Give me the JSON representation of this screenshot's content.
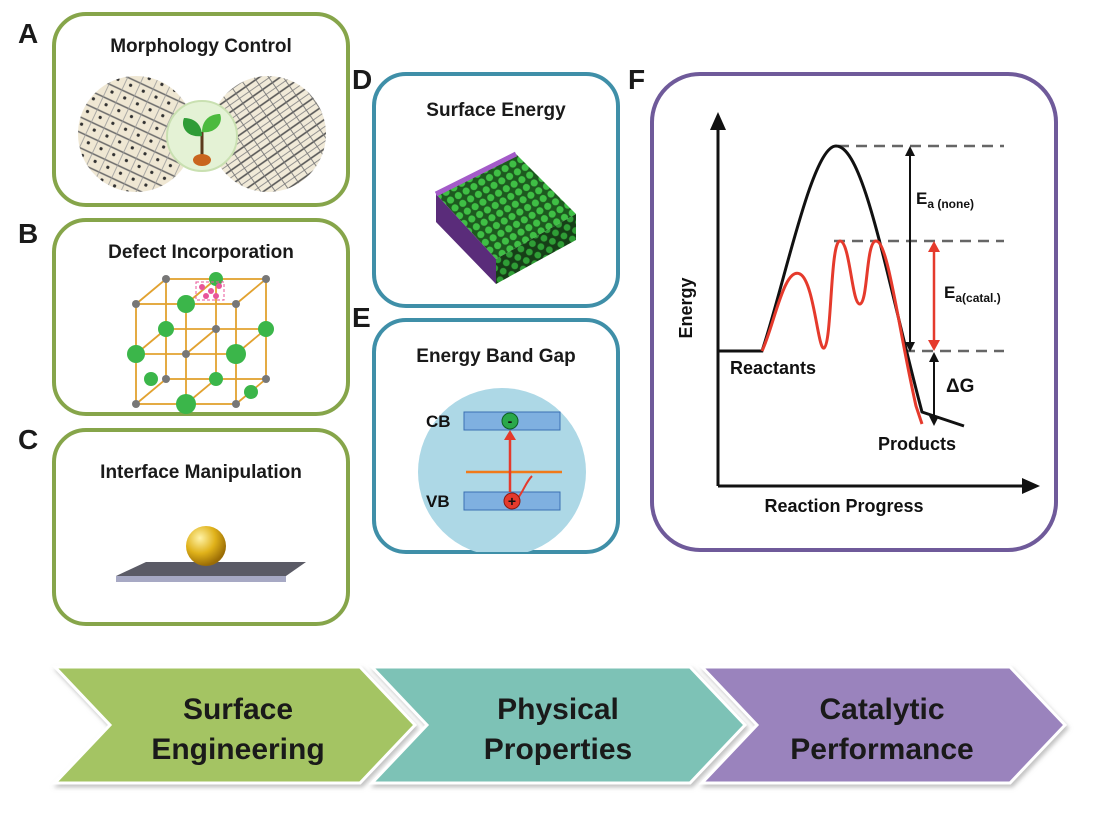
{
  "panels": {
    "a": {
      "letter": "A",
      "title": "Morphology Control"
    },
    "b": {
      "letter": "B",
      "title": "Defect Incorporation"
    },
    "c": {
      "letter": "C",
      "title": "Interface Manipulation"
    },
    "d": {
      "letter": "D",
      "title": "Surface Energy"
    },
    "e": {
      "letter": "E",
      "title": "Energy Band Gap",
      "cb": "CB",
      "vb": "VB",
      "minus": "-",
      "plus": "+"
    },
    "f": {
      "letter": "F",
      "y_label": "Energy",
      "x_label": "Reaction Progress",
      "reactants": "Reactants",
      "products": "Products",
      "ea_none": "E",
      "ea_none_sub": "a (none)",
      "ea_catal": "E",
      "ea_catal_sub": "a(catal.)",
      "delta_g": "ΔG"
    }
  },
  "flow": [
    {
      "line1": "Surface",
      "line2": "Engineering",
      "color": "#a4c464"
    },
    {
      "line1": "Physical",
      "line2": "Properties",
      "color": "#7dc2b6"
    },
    {
      "line1": "Catalytic",
      "line2": "Performance",
      "color": "#9a83bd"
    }
  ],
  "colors": {
    "green_border": "#86a54a",
    "teal_border": "#3f8fa8",
    "purple_border": "#6f5a9a",
    "catalyzed_curve": "#e53a2c",
    "uncatalyzed_curve": "#111111",
    "particle_gold": "#e0b21a",
    "crystal_green": "#3bb64a"
  }
}
